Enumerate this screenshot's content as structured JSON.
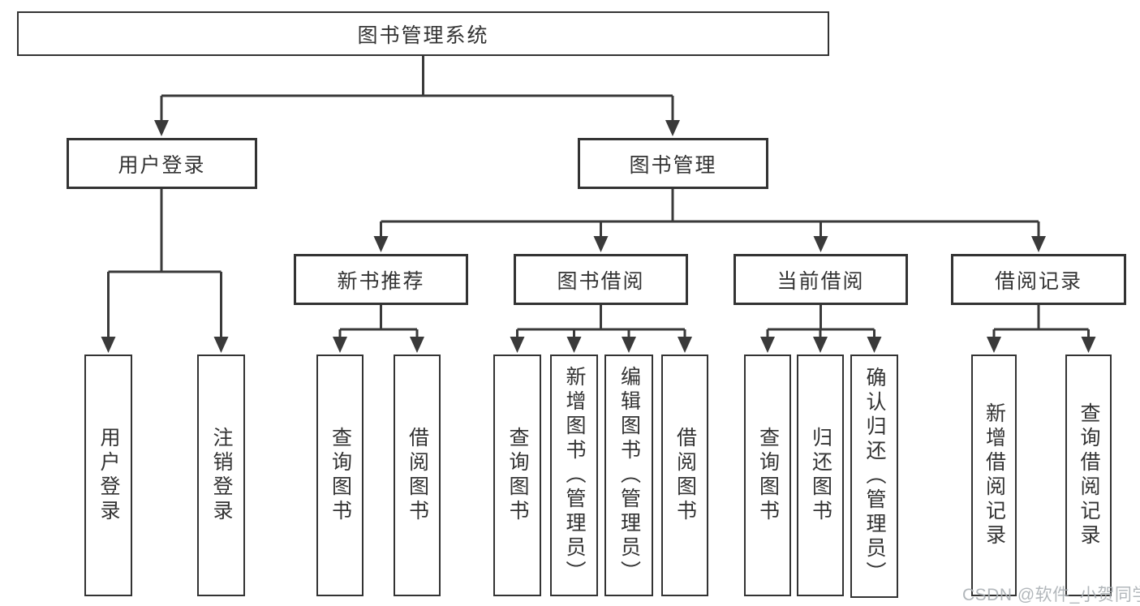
{
  "title": "图书管理系统",
  "nodes": {
    "root": "图书管理系统",
    "user_login": "用户登录",
    "book_mgmt": "图书管理",
    "new_book_rec": "新书推荐",
    "book_borrow": "图书借阅",
    "current_borrow": "当前借阅",
    "borrow_records": "借阅记录",
    "leaf_user_login": "用户登录",
    "leaf_logout": "注销登录",
    "leaf_rec_query": "查询图书",
    "leaf_rec_borrow": "借阅图书",
    "leaf_bb_query": "查询图书",
    "leaf_bb_add": "新增图书（管理员）",
    "leaf_bb_edit": "编辑图书（管理员）",
    "leaf_bb_borrow": "借阅图书",
    "leaf_cb_query": "查询图书",
    "leaf_cb_return": "归还图书",
    "leaf_cb_confirm": "确认归还（管理员）",
    "leaf_br_add": "新增借阅记录",
    "leaf_br_query": "查询借阅记录"
  },
  "hierarchy": {
    "图书管理系统": [
      "用户登录",
      "图书管理"
    ],
    "用户登录": [
      "用户登录",
      "注销登录"
    ],
    "图书管理": [
      "新书推荐",
      "图书借阅",
      "当前借阅",
      "借阅记录"
    ],
    "新书推荐": [
      "查询图书",
      "借阅图书"
    ],
    "图书借阅": [
      "查询图书",
      "新增图书（管理员）",
      "编辑图书（管理员）",
      "借阅图书"
    ],
    "当前借阅": [
      "查询图书",
      "归还图书",
      "确认归还（管理员）"
    ],
    "借阅记录": [
      "新增借阅记录",
      "查询借阅记录"
    ]
  },
  "watermark": "CSDN @软件_小贺同学",
  "colors": {
    "line": "#3a3a3a",
    "border": "#333333",
    "text": "#333333",
    "background": "#ffffff",
    "watermark": "#aaafb4"
  }
}
